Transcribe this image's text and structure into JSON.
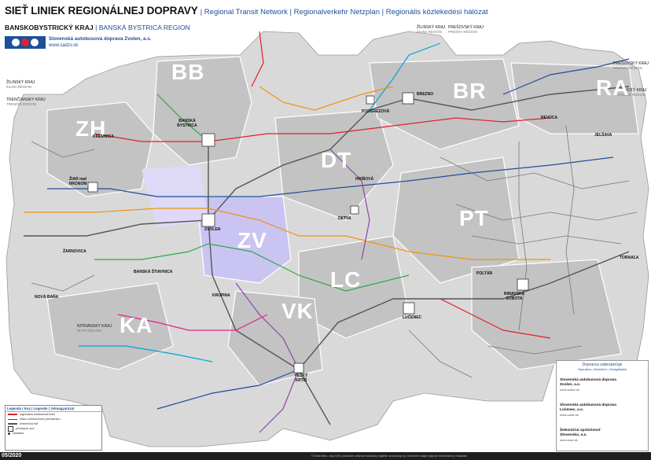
{
  "header": {
    "title": "SIEŤ LINIEK REGIONÁLNEJ DOPRAVY",
    "subtitle": "| Regional Transit Network | Regionalverkehr Netzplan | Regionális közlekedési hálózat"
  },
  "region": {
    "name": "BANSKOBYSTRICKÝ KRAJ",
    "name_en": "| BANSKÁ BYSTRICA REGION"
  },
  "operator": {
    "name": "Slovenská autobusová doprava Zvolen, a.s.",
    "url": "www.sadzv.sk"
  },
  "neighbours": [
    {
      "name": "ŽILINSKÝ KRAJ",
      "sub": "ŽILINA REGION"
    },
    {
      "name": "TRENČIANSKY KRAJ",
      "sub": "TRENČÍN REGION"
    },
    {
      "name": "NITRIANSKY KRAJ",
      "sub": "NITRA REGION"
    },
    {
      "name": "PREŠOVSKÝ KRAJ",
      "sub": "PREŠOV REGION"
    },
    {
      "name": "PREŠOVSKÝ KRAJ",
      "sub": "PREŠOV REGION"
    },
    {
      "name": "KOŠICKÝ KRAJ",
      "sub": "KOŠICE REGION"
    },
    {
      "name": "ŽILINSKÝ KRAJ",
      "sub": "ŽILINA REGION"
    }
  ],
  "zones": [
    "BB",
    "ZH",
    "DT",
    "BR",
    "RA",
    "ZV",
    "PT",
    "LC",
    "VK",
    "KA"
  ],
  "towns": [
    "BANSKÁ BYSTRICA",
    "ZVOLEN",
    "BREZNO",
    "KREMNICA",
    "ŽIAR nad HRONOM",
    "DETVA",
    "LUČENEC",
    "VEĽKÝ KRTÍŠ",
    "RIMAVSKÁ SOBOTA",
    "REVÚCA",
    "TORNAĽA",
    "POLTÁR",
    "KRUPINA",
    "BANSKÁ ŠTIAVNICA",
    "NOVÁ BAŇA",
    "JELŠAVA",
    "HRIŇOVÁ",
    "ŽARNOVICA",
    "PODBREZOVÁ"
  ],
  "legend": {
    "title": "Legenda | Key | Legende | Jelmagyarázat",
    "items": [
      "regionálna autobusová linka",
      "linka s obmedzenou prevádzkou",
      "železničná trať",
      "prestupný uzol",
      "zastávka"
    ]
  },
  "operators_box": {
    "title": "Dopravca zabezpečuje",
    "subtitle": "Operators | Betreiber | Szolgáltatók",
    "items": [
      {
        "name": "Slovenská autobusová doprava Zvolen, a.s.",
        "url": "www.sadzv.sk"
      },
      {
        "name": "Slovenská autobusová doprava Lučenec, a.s.",
        "url": "www.sadlc.sk"
      },
      {
        "name": "Železničná spoločnosť Slovensko, a.s.",
        "url": "www.zssk.sk"
      }
    ]
  },
  "footer": {
    "date": "05/2020",
    "note": "© Robin Bím, máj 2020 | Aktuálne cestovné poriadky nájdete na www.cp.sk | Uvedené údaje majú len informatívny charakter"
  },
  "colors": {
    "accent": "#1d4f9a",
    "zone_fill": "#b9b9b9",
    "zv_zone_fill": "#c9c4f2",
    "bg": "#ffffff"
  }
}
